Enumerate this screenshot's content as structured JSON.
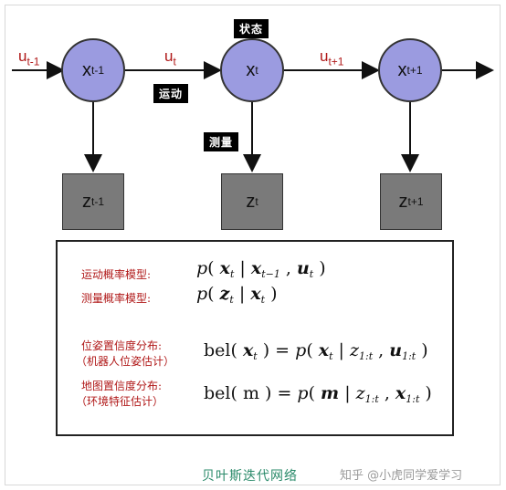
{
  "nodes": [
    {
      "base": "x",
      "sub": "t-1"
    },
    {
      "base": "x",
      "sub": "t"
    },
    {
      "base": "x",
      "sub": "t+1"
    }
  ],
  "observations": [
    {
      "base": "z",
      "sub": "t-1"
    },
    {
      "base": "z",
      "sub": "t"
    },
    {
      "base": "z",
      "sub": "t+1"
    }
  ],
  "controls": [
    {
      "base": "u",
      "sub": "t-1"
    },
    {
      "base": "u",
      "sub": "t"
    },
    {
      "base": "u",
      "sub": "t+1"
    }
  ],
  "tags": {
    "state": "状态",
    "motion": "运动",
    "measurement": "测量"
  },
  "panel": {
    "motion_label": "运动概率模型:",
    "motion_eq": {
      "p": "p",
      "x": "x",
      "sub_t": "t",
      "x2": "x",
      "sub_t1": "t−1",
      "u": "u",
      "sub_u": "t"
    },
    "measure_label": "测量概率模型:",
    "measure_eq": {
      "p": "p",
      "z": "z",
      "sub_t": "t",
      "x": "x",
      "sub_x": "t"
    },
    "belief_label1": "位姿置信度分布:",
    "belief_label2": "（机器人位姿估计）",
    "belief_eq": {
      "bel": "bel",
      "x": "x",
      "sub_t": "t",
      "p": "p",
      "x2": "x",
      "sub_t2": "t",
      "z": "z",
      "sub_z": "1:t",
      "u": "u",
      "sub_u": "1:t"
    },
    "map_label1": "地图置信度分布:",
    "map_label2": "（环境特征估计）",
    "map_eq": {
      "bel": "bel",
      "m": "m",
      "p": "p",
      "m2": "m",
      "z": "z",
      "sub_z": "1:t",
      "x": "x",
      "sub_x": "1:t"
    }
  },
  "caption": "贝叶斯迭代网络",
  "watermark": "知乎 @小虎同学爱学习",
  "colors": {
    "node_fill": "#9b9be0",
    "obs_fill": "#7a7a7a",
    "label_red": "#b01818",
    "caption_green": "#2a8a6a"
  }
}
